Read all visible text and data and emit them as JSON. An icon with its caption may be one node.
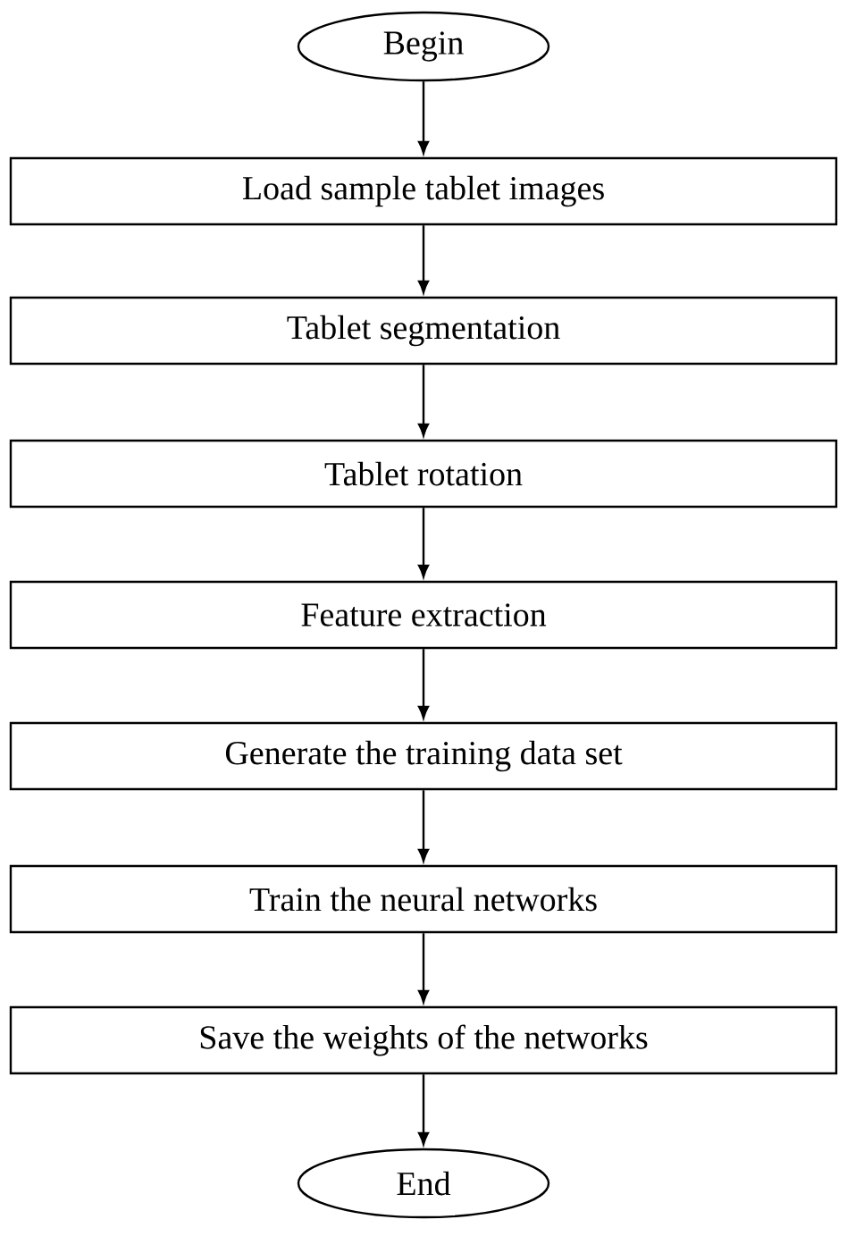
{
  "diagram": {
    "nodes": [
      {
        "text": [
          "Begin"
        ]
      },
      {
        "text": [
          "Load sample tablet images"
        ]
      },
      {
        "text": [
          "Tablet segmentation"
        ]
      },
      {
        "text": [
          "Tablet rotation"
        ]
      },
      {
        "text": [
          "Feature extraction"
        ]
      },
      {
        "text": [
          "Generate the training data set"
        ]
      },
      {
        "text": [
          "Train the neural networks"
        ]
      },
      {
        "text": [
          "Save the weights of the networks"
        ]
      },
      {
        "text": [
          "End"
        ]
      }
    ],
    "edges": [
      {
        "from": 0,
        "to": 1,
        "arrow": "to"
      },
      {
        "from": 1,
        "to": 2,
        "arrow": "to"
      },
      {
        "from": 2,
        "to": 3,
        "arrow": "to"
      },
      {
        "from": 3,
        "to": 4,
        "arrow": "to"
      },
      {
        "from": 4,
        "to": 5,
        "arrow": "to"
      },
      {
        "from": 5,
        "to": 6,
        "arrow": "to"
      },
      {
        "from": 6,
        "to": 7,
        "arrow": "to"
      },
      {
        "from": 7,
        "to": 8,
        "arrow": "to"
      }
    ]
  }
}
